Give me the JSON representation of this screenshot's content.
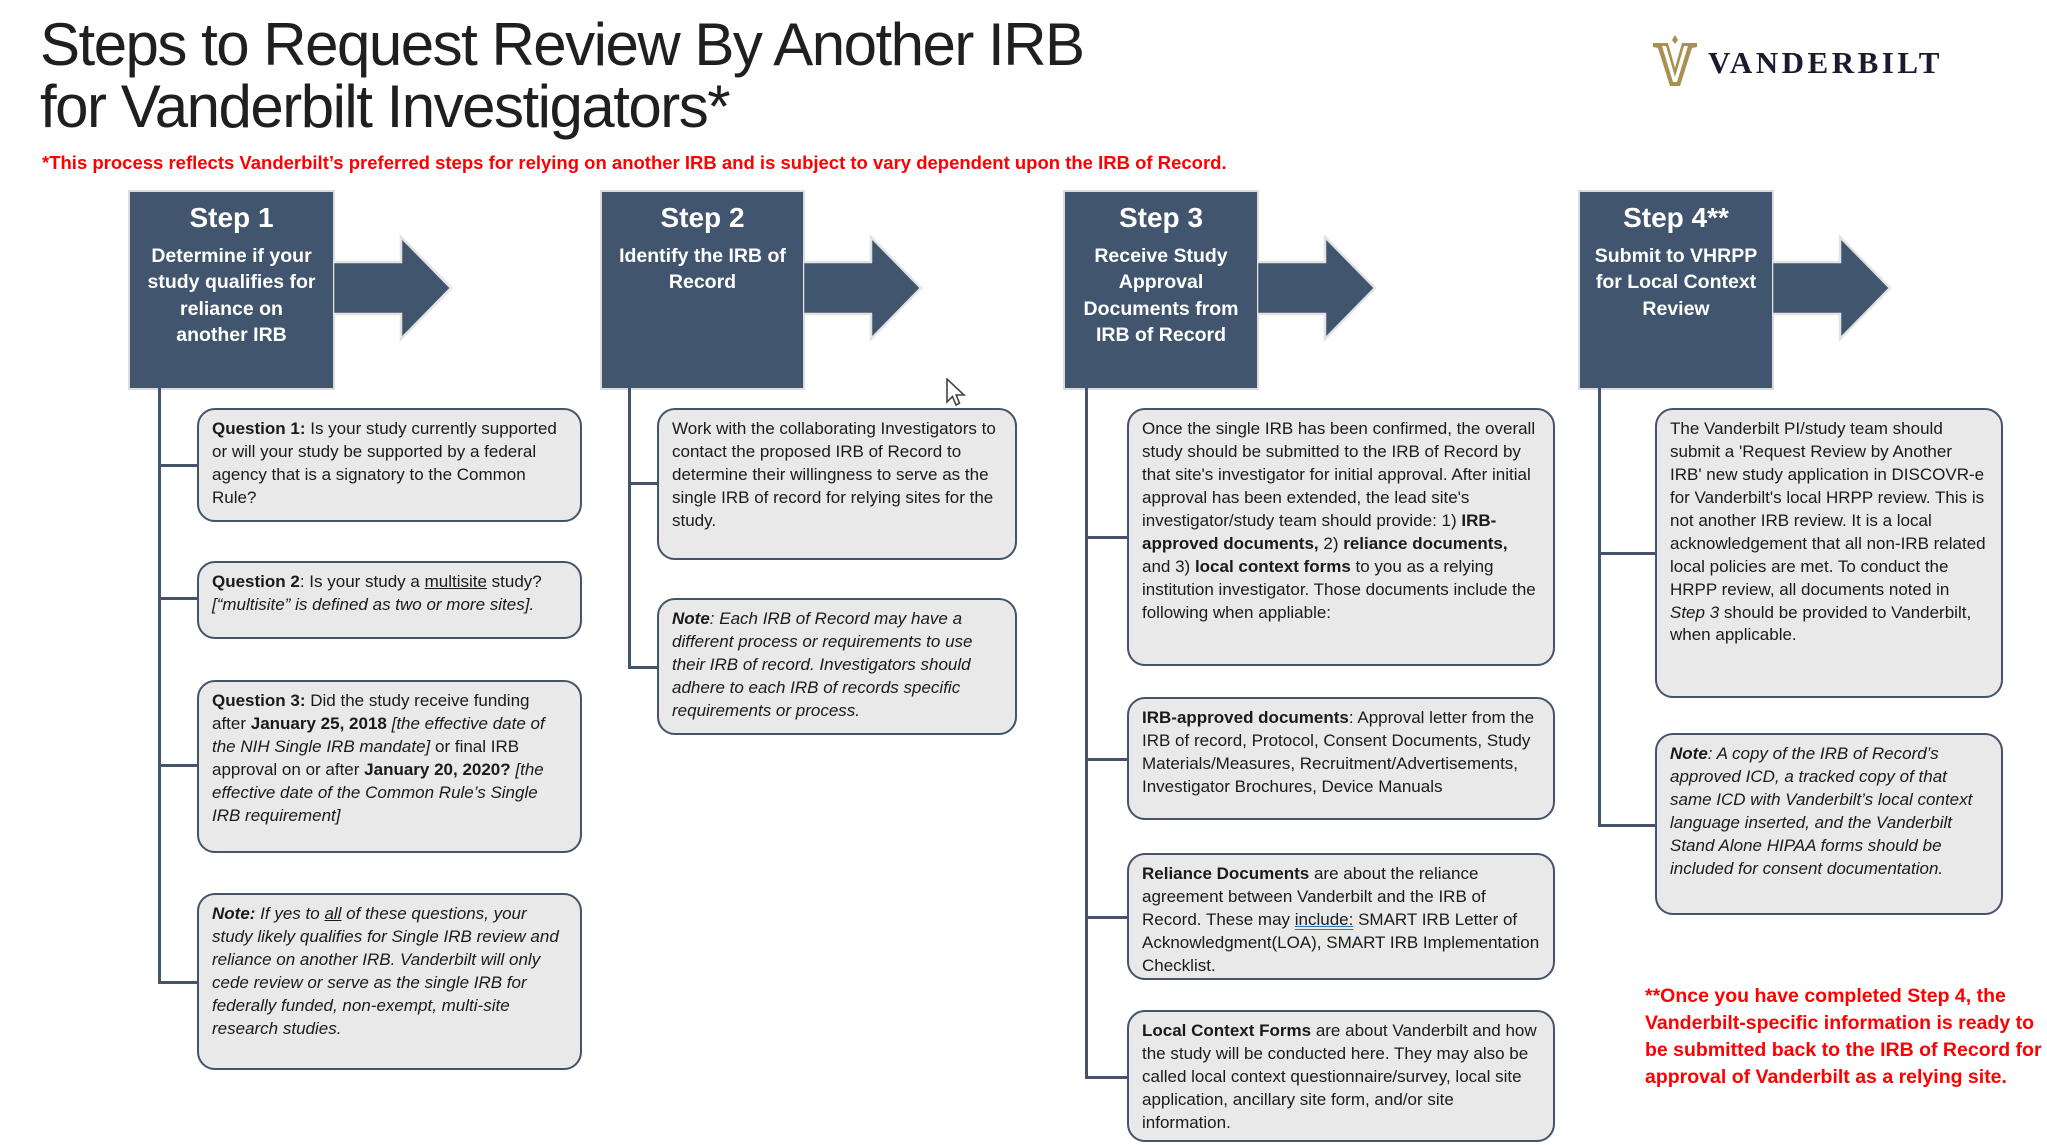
{
  "page": {
    "title_line1": "Steps to Request Review By Another IRB",
    "title_line2": "for Vanderbilt Investigators*",
    "subtitle": "*This process reflects Vanderbilt’s preferred steps for relying on another IRB and is subject to vary dependent upon the IRB of Record."
  },
  "logo": {
    "wordmark": "VANDERBILT"
  },
  "colors": {
    "step_fill": "#41566E",
    "callout_fill": "#E9E9E9",
    "callout_border": "#44546A",
    "connector": "#44546A",
    "title_color": "#1f1f1f",
    "red": "#FF0000",
    "gold": "#A9904F",
    "navy": "#1b1b2f"
  },
  "steps": [
    {
      "label": "Step 1",
      "subtitle": "Determine if your study qualifies for reliance on another IRB",
      "callouts": [
        {
          "runs": [
            {
              "t": "Question 1:",
              "b": 1
            },
            {
              "t": " Is your study currently supported or will your study be supported by a federal agency that is a signatory to the Common Rule?"
            }
          ]
        },
        {
          "runs": [
            {
              "t": "Question 2",
              "b": 1
            },
            {
              "t": ": Is your study a "
            },
            {
              "t": "multisite",
              "u": 1
            },
            {
              "t": " study? "
            },
            {
              "t": "[“multisite” is defined as two or more sites].",
              "i": 1
            }
          ]
        },
        {
          "runs": [
            {
              "t": "Question 3:",
              "b": 1
            },
            {
              "t": " Did the study receive funding after "
            },
            {
              "t": "January 25, 2018",
              "b": 1
            },
            {
              "t": " "
            },
            {
              "t": "[the effective date of the NIH Single IRB mandate]",
              "i": 1
            },
            {
              "t": " or final IRB approval on or after "
            },
            {
              "t": "January 20, 2020?",
              "b": 1
            },
            {
              "t": " "
            },
            {
              "t": "[the effective date of the Common Rule’s Single IRB requirement]",
              "i": 1
            }
          ]
        },
        {
          "runs": [
            {
              "t": "Note:",
              "b": 1,
              "i": 1
            },
            {
              "t": " If yes to ",
              "i": 1
            },
            {
              "t": "all",
              "i": 1,
              "u": 1
            },
            {
              "t": " of these questions, your study likely qualifies for Single IRB review and reliance on another IRB. Vanderbilt will only cede review or serve as the single IRB for federally funded, non-exempt, multi-site research studies.",
              "i": 1
            }
          ]
        }
      ]
    },
    {
      "label": "Step 2",
      "subtitle": "Identify the IRB of Record",
      "callouts": [
        {
          "runs": [
            {
              "t": "Work with the collaborating Investigators to contact the proposed IRB of Record to determine their willingness to serve as the single IRB of record for relying sites for the study."
            }
          ]
        },
        {
          "runs": [
            {
              "t": "Note",
              "b": 1,
              "i": 1
            },
            {
              "t": ": Each IRB of Record may have a different process or requirements to use their IRB of record. Investigators should adhere to each IRB of records specific requirements or process.",
              "i": 1
            }
          ]
        }
      ]
    },
    {
      "label": "Step 3",
      "subtitle": "Receive Study Approval Documents from IRB of Record",
      "callouts": [
        {
          "runs": [
            {
              "t": "Once the single IRB has been confirmed, the overall study should be submitted to the IRB of Record by that site's investigator for initial approval. After initial approval has been extended, the lead site's investigator/study team should provide: 1) "
            },
            {
              "t": "IRB-approved documents,",
              "b": 1
            },
            {
              "t": " 2) "
            },
            {
              "t": "reliance documents,",
              "b": 1
            },
            {
              "t": " and 3) "
            },
            {
              "t": "local context forms",
              "b": 1
            },
            {
              "t": " to you as a relying institution investigator. Those documents include the following when appliable:"
            }
          ]
        },
        {
          "runs": [
            {
              "t": "IRB-approved documents",
              "b": 1
            },
            {
              "t": ": Approval letter from the IRB of record, Protocol, Consent Documents, Study Materials/Measures, Recruitment/Advertisements, Investigator Brochures, Device Manuals"
            }
          ]
        },
        {
          "runs": [
            {
              "t": "Reliance Documents",
              "b": 1
            },
            {
              "t": " are about the reliance agreement between Vanderbilt and the IRB of Record. These may "
            },
            {
              "t": "include:",
              "u2": 1
            },
            {
              "t": " SMART IRB Letter of Acknowledgment(LOA), SMART IRB Implementation Checklist."
            }
          ]
        },
        {
          "runs": [
            {
              "t": "Local Context Forms",
              "b": 1
            },
            {
              "t": " are about Vanderbilt and how the study will be conducted here. They may also be called local context questionnaire/survey, local site application, ancillary site form, and/or site information."
            }
          ]
        }
      ]
    },
    {
      "label": "Step 4**",
      "subtitle": "Submit to VHRPP for Local Context Review",
      "callouts": [
        {
          "runs": [
            {
              "t": "The Vanderbilt PI/study team should submit a 'Request Review by Another IRB' new study application in DISCOVR-e for Vanderbilt's local HRPP review. This is not another IRB review. It is a local acknowledgement that all non-IRB related local policies are met. To conduct the HRPP review, all documents noted in "
            },
            {
              "t": "Step 3",
              "i": 1
            },
            {
              "t": " should be provided to Vanderbilt, when applicable."
            }
          ]
        },
        {
          "runs": [
            {
              "t": "Note",
              "b": 1,
              "i": 1
            },
            {
              "t": ": A copy of the IRB of Record’s approved ICD,  a tracked copy of that same ICD with Vanderbilt’s local context language inserted, and the Vanderbilt Stand Alone HIPAA forms should be included for consent documentation.",
              "i": 1
            }
          ]
        }
      ]
    }
  ],
  "footnote": {
    "runs": [
      {
        "t": "**Once you have completed Step 4, the Vanderbilt-specific information is ready to be submitted back to the IRB of Record for approval of Vanderbilt as a relying site.",
        "b": 1
      }
    ]
  }
}
